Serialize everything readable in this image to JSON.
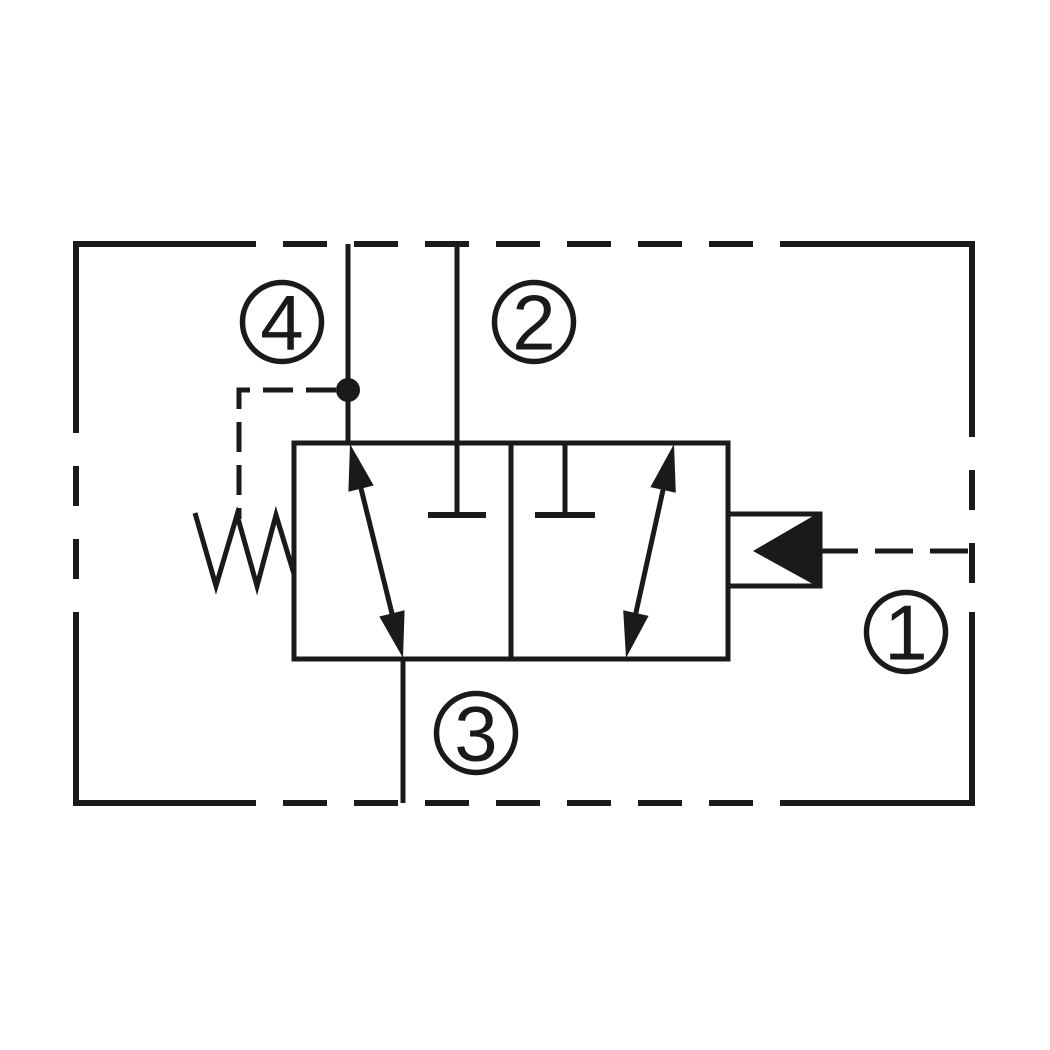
{
  "diagram": {
    "kind": "valve-schematic",
    "ports": {
      "p1": {
        "label": "1"
      },
      "p2": {
        "label": "2"
      },
      "p3": {
        "label": "3"
      },
      "p4": {
        "label": "4"
      }
    }
  },
  "colors": {
    "ink": "#1a1a1a",
    "background": "#ffffff"
  }
}
